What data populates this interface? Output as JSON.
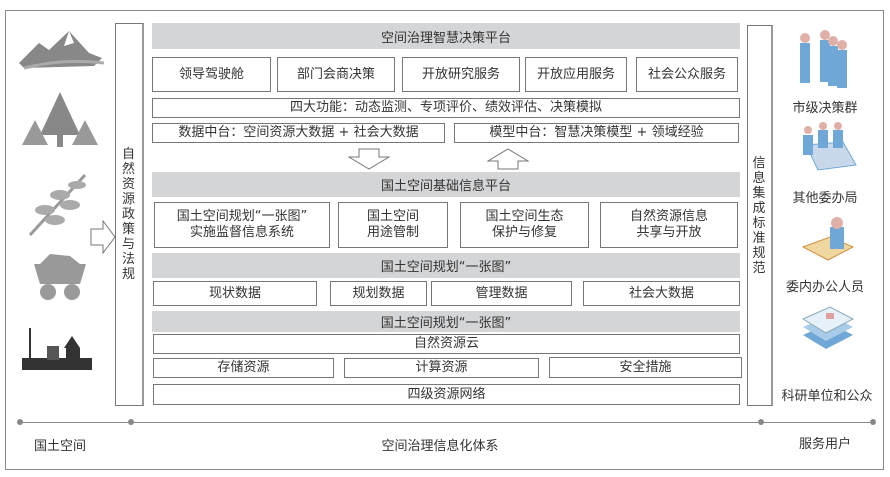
{
  "left": {
    "policy": "自然资源政策与法规",
    "footer": "国土空间"
  },
  "right": {
    "standard": "信息集成标准规范",
    "footer": "服务用户",
    "users": [
      {
        "label": "市级决策群",
        "icon": "decision-group-icon"
      },
      {
        "label": "其他委办局",
        "icon": "meeting-icon"
      },
      {
        "label": "委内办公人员",
        "icon": "office-worker-icon"
      },
      {
        "label": "科研单位和公众",
        "icon": "documents-icon"
      }
    ]
  },
  "main": {
    "title": "空间治理智慧决策平台",
    "services": [
      "领导驾驶舱",
      "部门会商决策",
      "开放研究服务",
      "开放应用服务",
      "社会公众服务"
    ],
    "functions": "四大功能：动态监测、专项评价、绩效评估、决策模拟",
    "data_platform": "数据中台：空间资源大数据 + 社会大数据",
    "model_platform": "模型中台：智慧决策模型 + 领域经验",
    "base_platform": "国土空间基础信息平台",
    "systems": [
      [
        "国土空间规划“一张图”",
        "实施监督信息系统"
      ],
      [
        "国土空间",
        "用途管制"
      ],
      [
        "国土空间生态",
        "保护与修复"
      ],
      [
        "自然资源信息",
        "共享与开放"
      ]
    ],
    "one_map_1": "国土空间规划“一张图”",
    "data_types": [
      "现状数据",
      "规划数据",
      "管理数据",
      "社会大数据"
    ],
    "one_map_2": "国土空间规划“一张图”",
    "cloud": "自然资源云",
    "resources": [
      "存储资源",
      "计算资源",
      "安全措施"
    ],
    "network": "四级资源网络",
    "footer": "空间治理信息化体系"
  },
  "colors": {
    "bar": "#d4d5d7",
    "border": "#777777",
    "icon_gray": "#8c8c8c",
    "user_blue": "#6fa8d6"
  }
}
